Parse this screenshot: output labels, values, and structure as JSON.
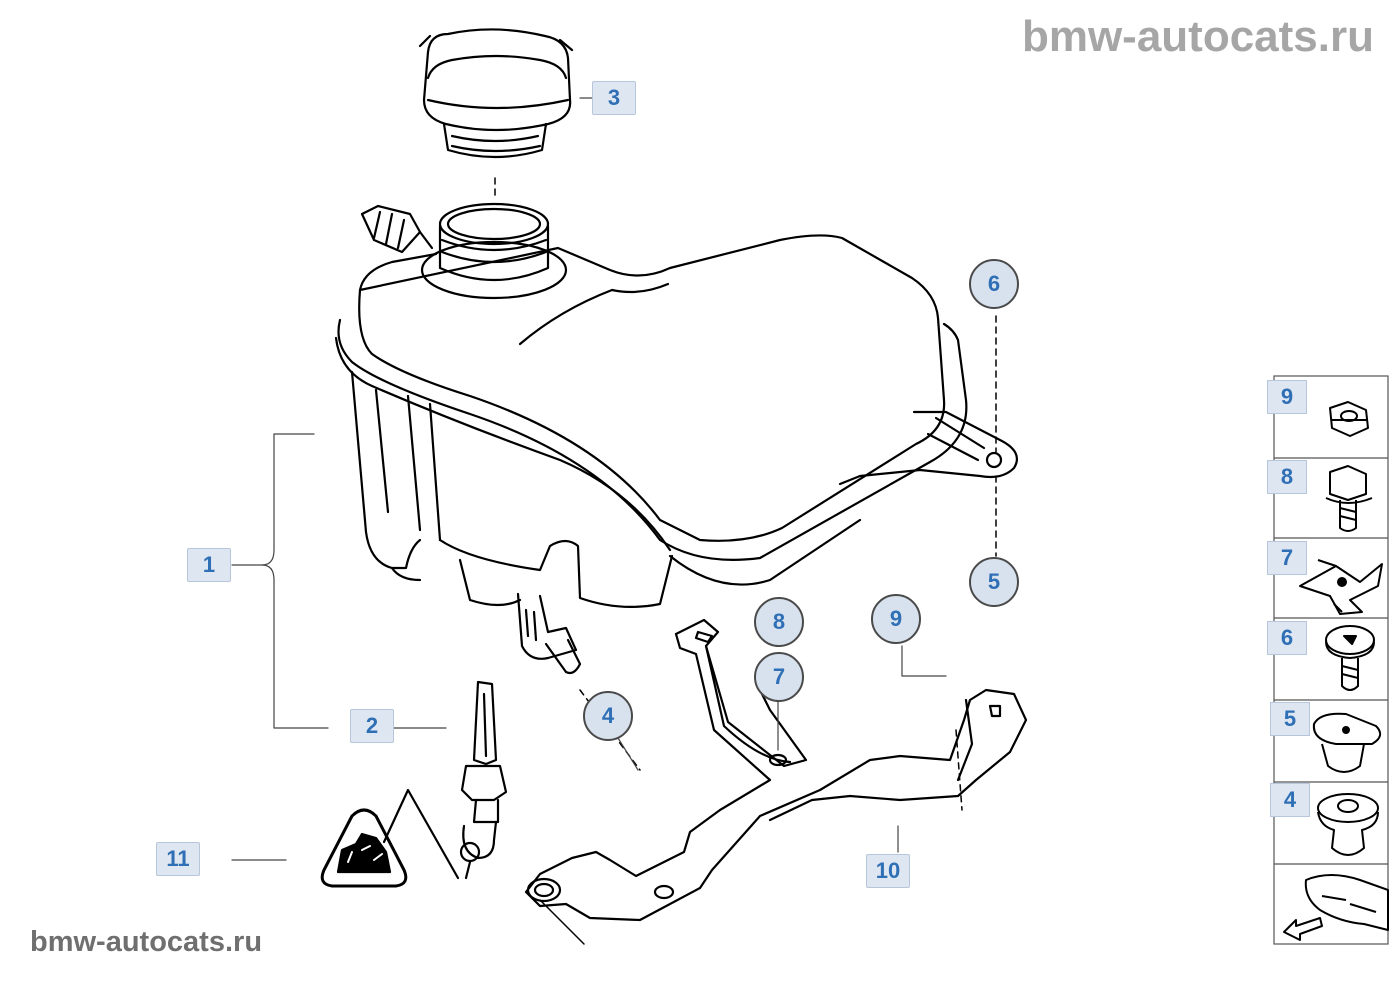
{
  "watermarks": {
    "top": "bmw-autocats.ru",
    "bottom": "bmw-autocats.ru"
  },
  "callouts": {
    "c1": "1",
    "c2": "2",
    "c3": "3",
    "c4": "4",
    "c5": "5",
    "c6": "6",
    "c7": "7",
    "c8": "8",
    "c9": "9",
    "c10": "10",
    "c11": "11"
  },
  "side_panel": [
    {
      "label": "9",
      "icon": "hex-nut-icon"
    },
    {
      "label": "8",
      "icon": "hex-bolt-icon"
    },
    {
      "label": "7",
      "icon": "spring-clip-icon"
    },
    {
      "label": "6",
      "icon": "torx-screw-icon"
    },
    {
      "label": "5",
      "icon": "expanding-nut-icon"
    },
    {
      "label": "4",
      "icon": "rubber-grommet-icon"
    },
    {
      "label": "",
      "icon": "vehicle-front-location-icon"
    }
  ],
  "colors": {
    "label_text": "#2f6fb5",
    "label_fill": "#dde6f1",
    "line": "#000000",
    "watermark": "#a6a6a6"
  }
}
